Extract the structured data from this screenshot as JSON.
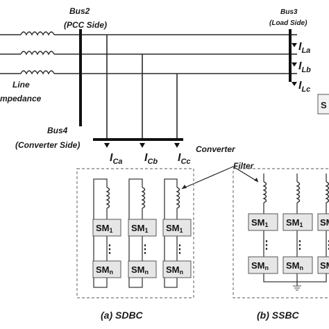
{
  "labels": {
    "bus2_line1": "Bus2",
    "bus2_line2": "(PCC Side)",
    "bus3_line1": "Bus3",
    "bus3_line2": "(Load Side)",
    "bus4_line1": "Bus4",
    "bus4_line2": "(Converter Side)",
    "line_impedance_line1": "Line",
    "line_impedance_line2": "mpedance",
    "converter_filter_line1": "Converter",
    "converter_filter_line2": "Filter",
    "caption_a": "(a) SDBC",
    "caption_b": "(b) SSBC",
    "ila": {
      "main": "I",
      "sub": "La"
    },
    "ilb": {
      "main": "I",
      "sub": "Lb"
    },
    "ilc": {
      "main": "I",
      "sub": "Lc"
    },
    "ica": {
      "main": "I",
      "sub": "Ca"
    },
    "icb": {
      "main": "I",
      "sub": "Cb"
    },
    "icc": {
      "main": "I",
      "sub": "Cc"
    },
    "load_fragment": "S"
  },
  "submodules": {
    "first": {
      "main": "SM",
      "sub": "1"
    },
    "last": {
      "main": "SM",
      "sub": "n"
    },
    "ellipsis": "⋮"
  }
}
